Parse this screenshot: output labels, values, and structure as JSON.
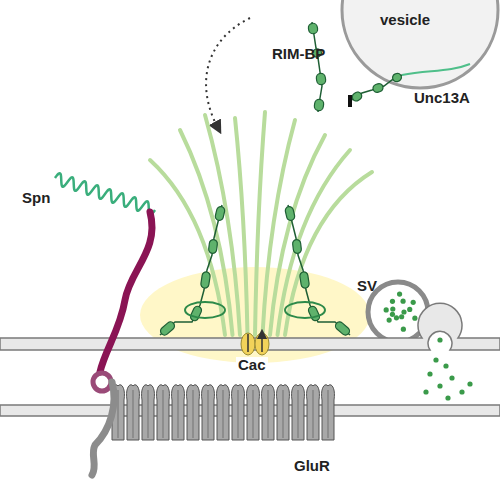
{
  "diagram": {
    "labels": [
      "vesicle",
      "RIM-BP",
      "Unc13A",
      "SV",
      "Spn",
      "Cac",
      "GluR"
    ]
  }
}
